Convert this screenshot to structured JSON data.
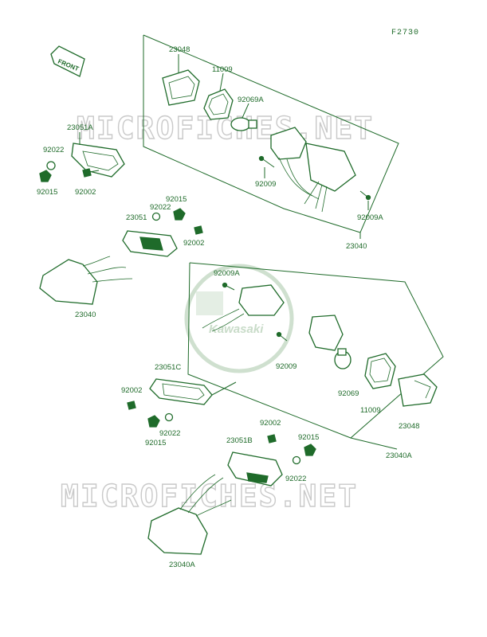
{
  "figure_code": "F2730",
  "front_marker": "FRONT",
  "watermark": {
    "text": "MICROFICHES.NET",
    "brand": "Kawasaki"
  },
  "colors": {
    "ink": "#1f6b2a",
    "watermark": "#c9c9c9",
    "background": "#ffffff"
  },
  "parts": {
    "p23048_top": "23048",
    "p11009_top": "11009",
    "p92069A": "92069A",
    "p23051A": "23051A",
    "p92022_a": "92022",
    "p92015_a": "92015",
    "p92002_a": "92002",
    "p92009_top": "92009",
    "p92009A_top": "92009A",
    "p23040": "23040",
    "p92015_b": "92015",
    "p92022_b": "92022",
    "p23051": "23051",
    "p92002_b": "92002",
    "p23040_left": "23040",
    "p92009A_mid": "92009A",
    "p92009_mid": "92009",
    "p23051C": "23051C",
    "p92069": "92069",
    "p11009_mid": "11009",
    "p23048_mid": "23048",
    "p92002_c": "92002",
    "p92022_c": "92022",
    "p92015_c": "92015",
    "p23040A": "23040A",
    "p92002_d": "92002",
    "p23051B": "23051B",
    "p92015_d": "92015",
    "p92022_d": "92022",
    "p23040A_bottom": "23040A"
  }
}
